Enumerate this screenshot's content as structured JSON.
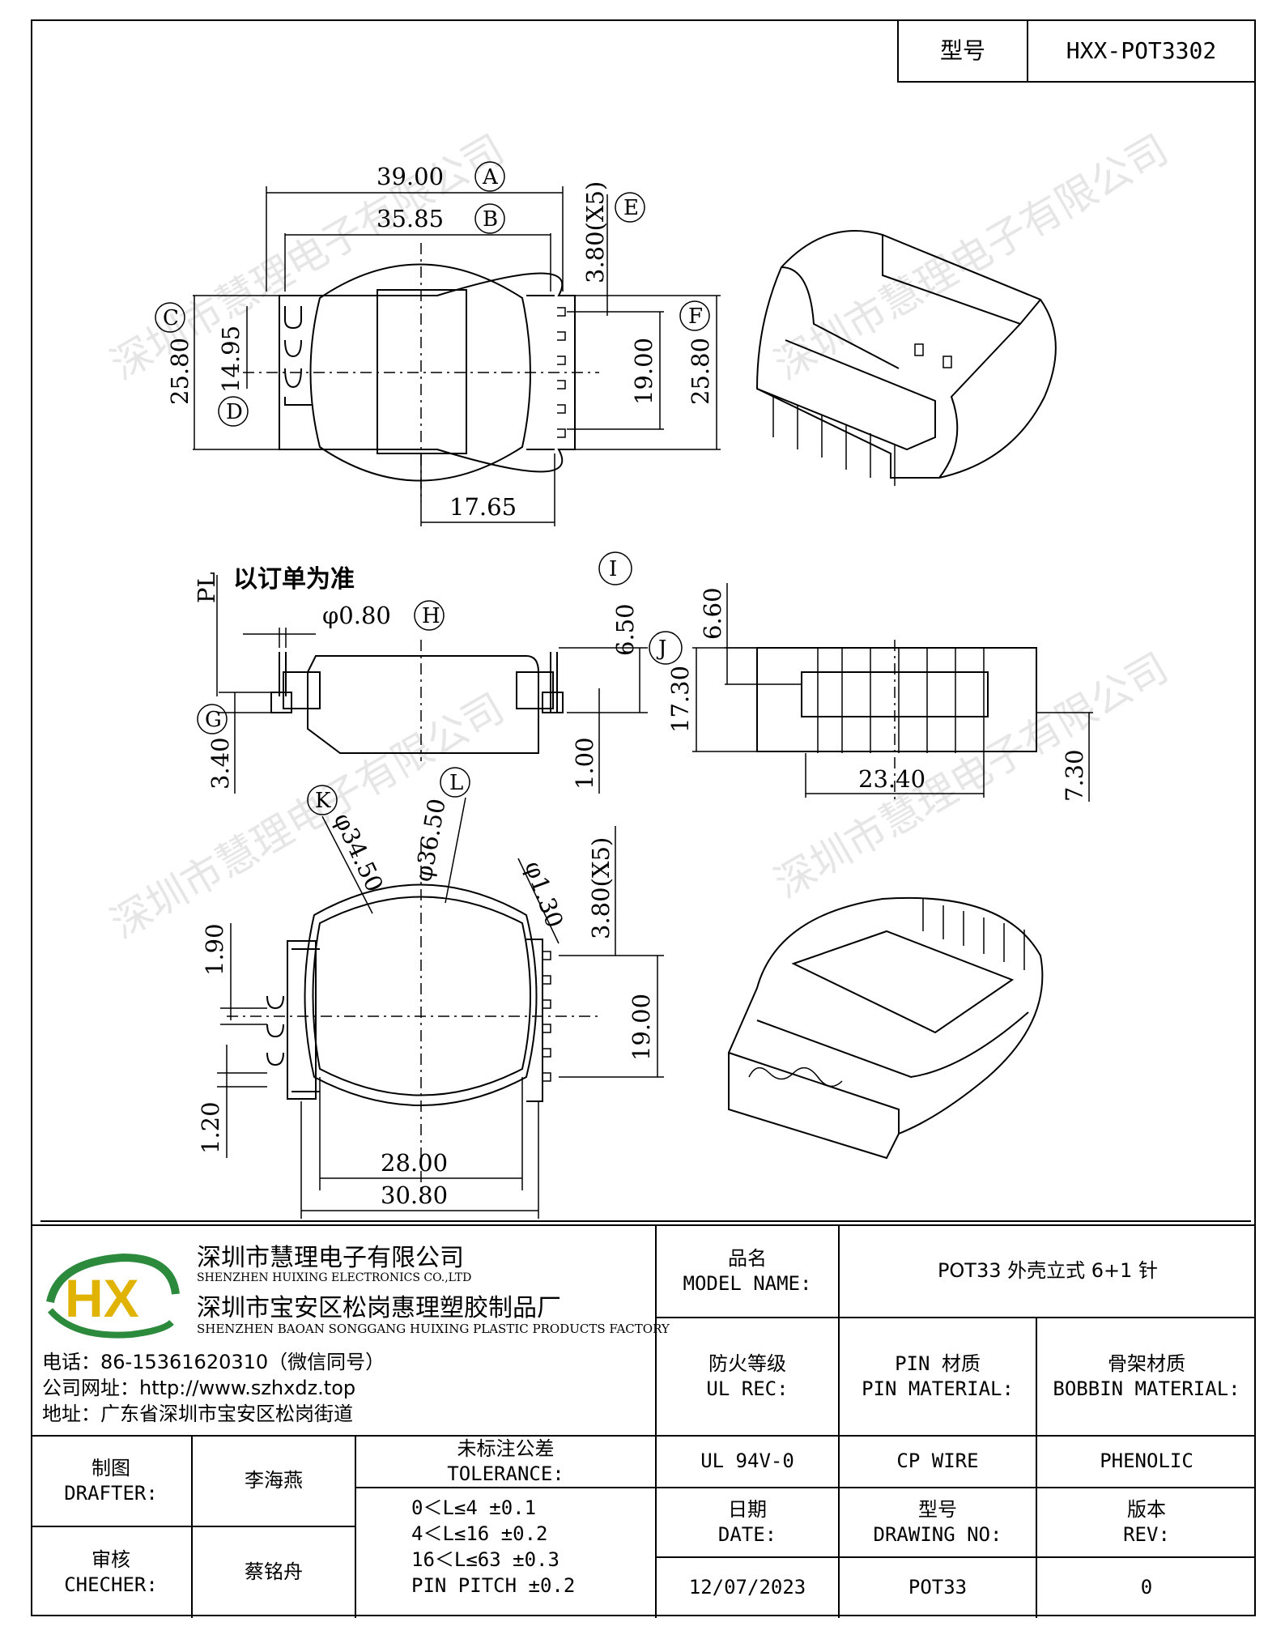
{
  "type_label": "型号",
  "type_value": "HXX-POT3302",
  "watermark": "深圳市慧理电子有限公司",
  "drawing": {
    "top_view": {
      "dim_a": "39.00",
      "dim_a_tag": "A",
      "dim_b": "35.85",
      "dim_b_tag": "B",
      "dim_e": "3.80(X5)",
      "dim_e_tag": "E",
      "dim_c": "25.80",
      "dim_c_tag": "C",
      "dim_d": "14.95",
      "dim_d_tag": "D",
      "dim_f": "25.80",
      "dim_f_tag": "F",
      "dim_19": "19.00",
      "dim_1765": "17.65"
    },
    "side_view": {
      "note": "以订单为准",
      "pl": "PL",
      "dim_h": "φ0.80",
      "dim_h_tag": "H",
      "dim_i": "6.50",
      "dim_i_tag": "I",
      "dim_g": "3.40",
      "dim_g_tag": "G",
      "dim_100": "1.00"
    },
    "front_view": {
      "dim_660": "6.60",
      "dim_j": "17.30",
      "dim_j_tag": "J",
      "dim_2340": "23.40",
      "dim_730": "7.30"
    },
    "bottom_view": {
      "dim_k": "φ34.50",
      "dim_k_tag": "K",
      "dim_l": "φ36.50",
      "dim_l_tag": "L",
      "dim_130": "φ1.30",
      "dim_380": "3.80(X5)",
      "dim_190": "1.90",
      "dim_1900": "19.00",
      "dim_120": "1.20",
      "dim_2800": "28.00",
      "dim_3080": "30.80"
    }
  },
  "company": {
    "name_cn": "深圳市慧理电子有限公司",
    "name_en": "SHENZHEN HUIXING ELECTRONICS CO.,LTD",
    "factory_cn": "深圳市宝安区松岗惠理塑胶制品厂",
    "factory_en": "SHENZHEN BAOAN SONGGANG HUIXING PLASTIC PRODUCTS FACTORY",
    "phone": "电话：86-15361620310（微信同号）",
    "website": "公司网址：http://www.szhxdz.top",
    "address": "地址：广东省深圳市宝安区松岗街道",
    "logo_text": "HX"
  },
  "title_block": {
    "model_label_cn": "品名",
    "model_label_en": "MODEL NAME:",
    "model_value": "POT33  外壳立式 6+1 针",
    "ul_label_cn": "防火等级",
    "ul_label_en": "UL REC:",
    "pin_label_cn": "PIN 材质",
    "pin_label_en": "PIN MATERIAL:",
    "bobbin_label_cn": "骨架材质",
    "bobbin_label_en": "BOBBIN MATERIAL:",
    "ul_value": "UL 94V-0",
    "pin_value": "CP WIRE",
    "bobbin_value": "PHENOLIC",
    "drafter_cn": "制图",
    "drafter_en": "DRAFTER:",
    "drafter_name": "李海燕",
    "checker_cn": "审核",
    "checker_en": "CHECHER:",
    "checker_name": "蔡铭舟",
    "tol_label_cn": "未标注公差",
    "tol_label_en": "TOLERANCE:",
    "tol_lines": [
      "0＜L≤4   ±0.1",
      "4＜L≤16 ±0.2",
      "16＜L≤63 ±0.3",
      "PIN PITCH ±0.2"
    ],
    "date_cn": "日期",
    "date_en": "DATE:",
    "date_value": "12/07/2023",
    "drawno_cn": "型号",
    "drawno_en": "DRAWING NO:",
    "drawno_value": "POT33",
    "rev_cn": "版本",
    "rev_en": "REV:",
    "rev_value": "0"
  }
}
